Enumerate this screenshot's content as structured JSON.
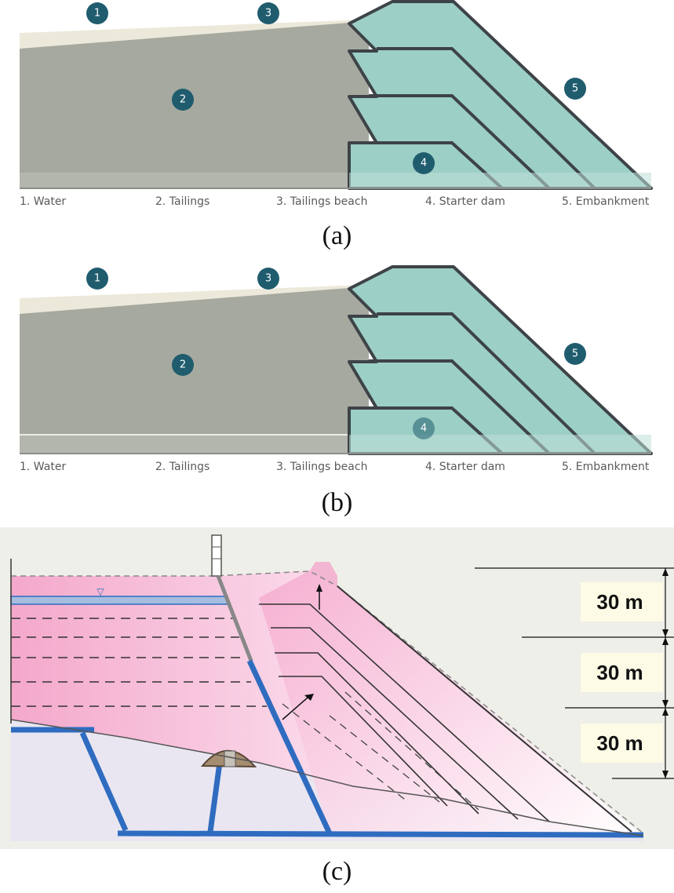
{
  "panels": [
    {
      "id": "a",
      "caption": "(a)",
      "badges": [
        "1",
        "2",
        "3",
        "4",
        "5"
      ],
      "legend": [
        "1. Water",
        "2. Tailings",
        "3. Tailings beach",
        "4. Starter dam",
        "5. Embankment"
      ]
    },
    {
      "id": "b",
      "caption": "(b)",
      "badges": [
        "1",
        "2",
        "3",
        "4",
        "5"
      ],
      "legend": [
        "1. Water",
        "2. Tailings",
        "3. Tailings beach",
        "4. Starter dam",
        "5. Embankment"
      ]
    },
    {
      "id": "c",
      "caption": "(c)",
      "dimensions": [
        "30 m",
        "30 m",
        "30 m"
      ]
    }
  ],
  "colors": {
    "tailings": "#a6a99f",
    "water": "#ece9da",
    "dam_fill": "#9ccfc5",
    "dam_edge": "#3d4347",
    "badge": "#1f5c6e",
    "pink": "#f3b0d0",
    "blue_structure": "#2f6cc0"
  }
}
